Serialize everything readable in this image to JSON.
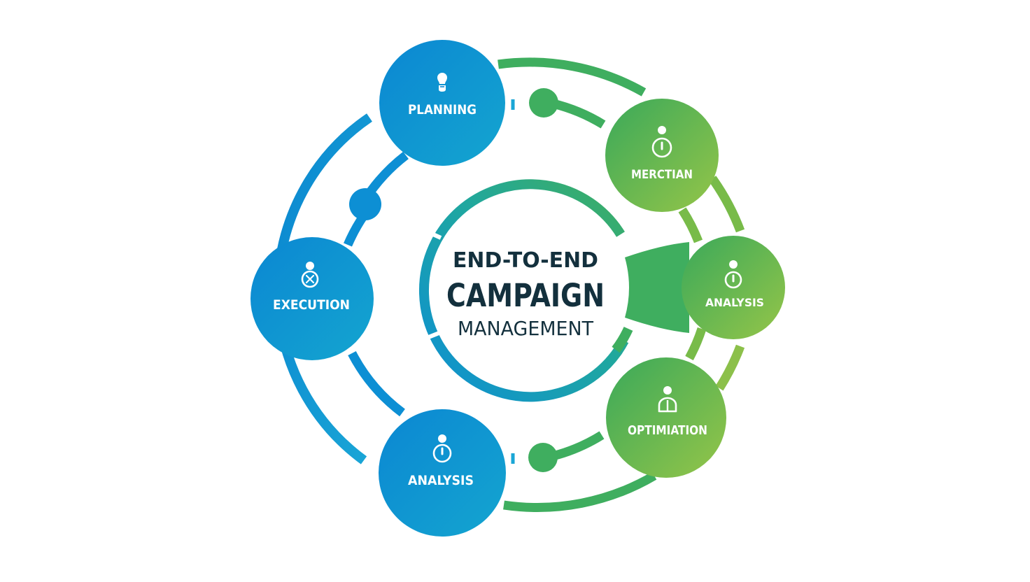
{
  "center": {
    "line1": "END-TO-END",
    "line2": "CAMPAIGN",
    "line3": "MANAGEMENT"
  },
  "nodes": [
    {
      "label": "PLANNING",
      "icon": "lightbulb-icon"
    },
    {
      "label": "MERCTIAN",
      "icon": "stopwatch-icon"
    },
    {
      "label": "ANALYSIS",
      "icon": "stopwatch-icon"
    },
    {
      "label": "OPTIMIATION",
      "icon": "person-icon"
    },
    {
      "label": "ANALYSIS",
      "icon": "stopwatch-icon"
    },
    {
      "label": "EXECUTION",
      "icon": "compass-icon"
    }
  ],
  "colors": {
    "blue": "#0d8fd4",
    "blue_light": "#17a3d9",
    "teal": "#1fa7a0",
    "green": "#3fae5f",
    "green_light": "#8cc04a",
    "text_dark": "#13303d"
  }
}
